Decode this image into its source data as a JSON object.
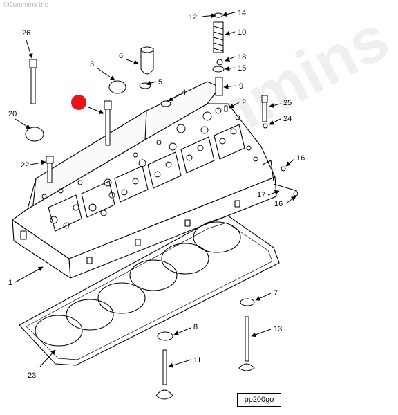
{
  "copyright_text": "©Cummins Inc",
  "watermark_text": "Cummins",
  "figure_id": "pp200go",
  "marker_color": "#e8141a",
  "callouts": [
    {
      "id": "c1",
      "label": "1"
    },
    {
      "id": "c2",
      "label": "2"
    },
    {
      "id": "c3",
      "label": "3"
    },
    {
      "id": "c4",
      "label": "4"
    },
    {
      "id": "c5",
      "label": "5"
    },
    {
      "id": "c6",
      "label": "6"
    },
    {
      "id": "c7",
      "label": "7"
    },
    {
      "id": "c8",
      "label": "8"
    },
    {
      "id": "c9",
      "label": "9"
    },
    {
      "id": "c10",
      "label": "10"
    },
    {
      "id": "c11",
      "label": "11"
    },
    {
      "id": "c12",
      "label": "12"
    },
    {
      "id": "c13",
      "label": "13"
    },
    {
      "id": "c14",
      "label": "14"
    },
    {
      "id": "c15",
      "label": "15"
    },
    {
      "id": "c16a",
      "label": "16"
    },
    {
      "id": "c16b",
      "label": "16"
    },
    {
      "id": "c17",
      "label": "17"
    },
    {
      "id": "c18",
      "label": "18"
    },
    {
      "id": "c20",
      "label": "20"
    },
    {
      "id": "c22",
      "label": "22"
    },
    {
      "id": "c23",
      "label": "23"
    },
    {
      "id": "c24",
      "label": "24"
    },
    {
      "id": "c25",
      "label": "25"
    },
    {
      "id": "c26",
      "label": "26"
    }
  ]
}
